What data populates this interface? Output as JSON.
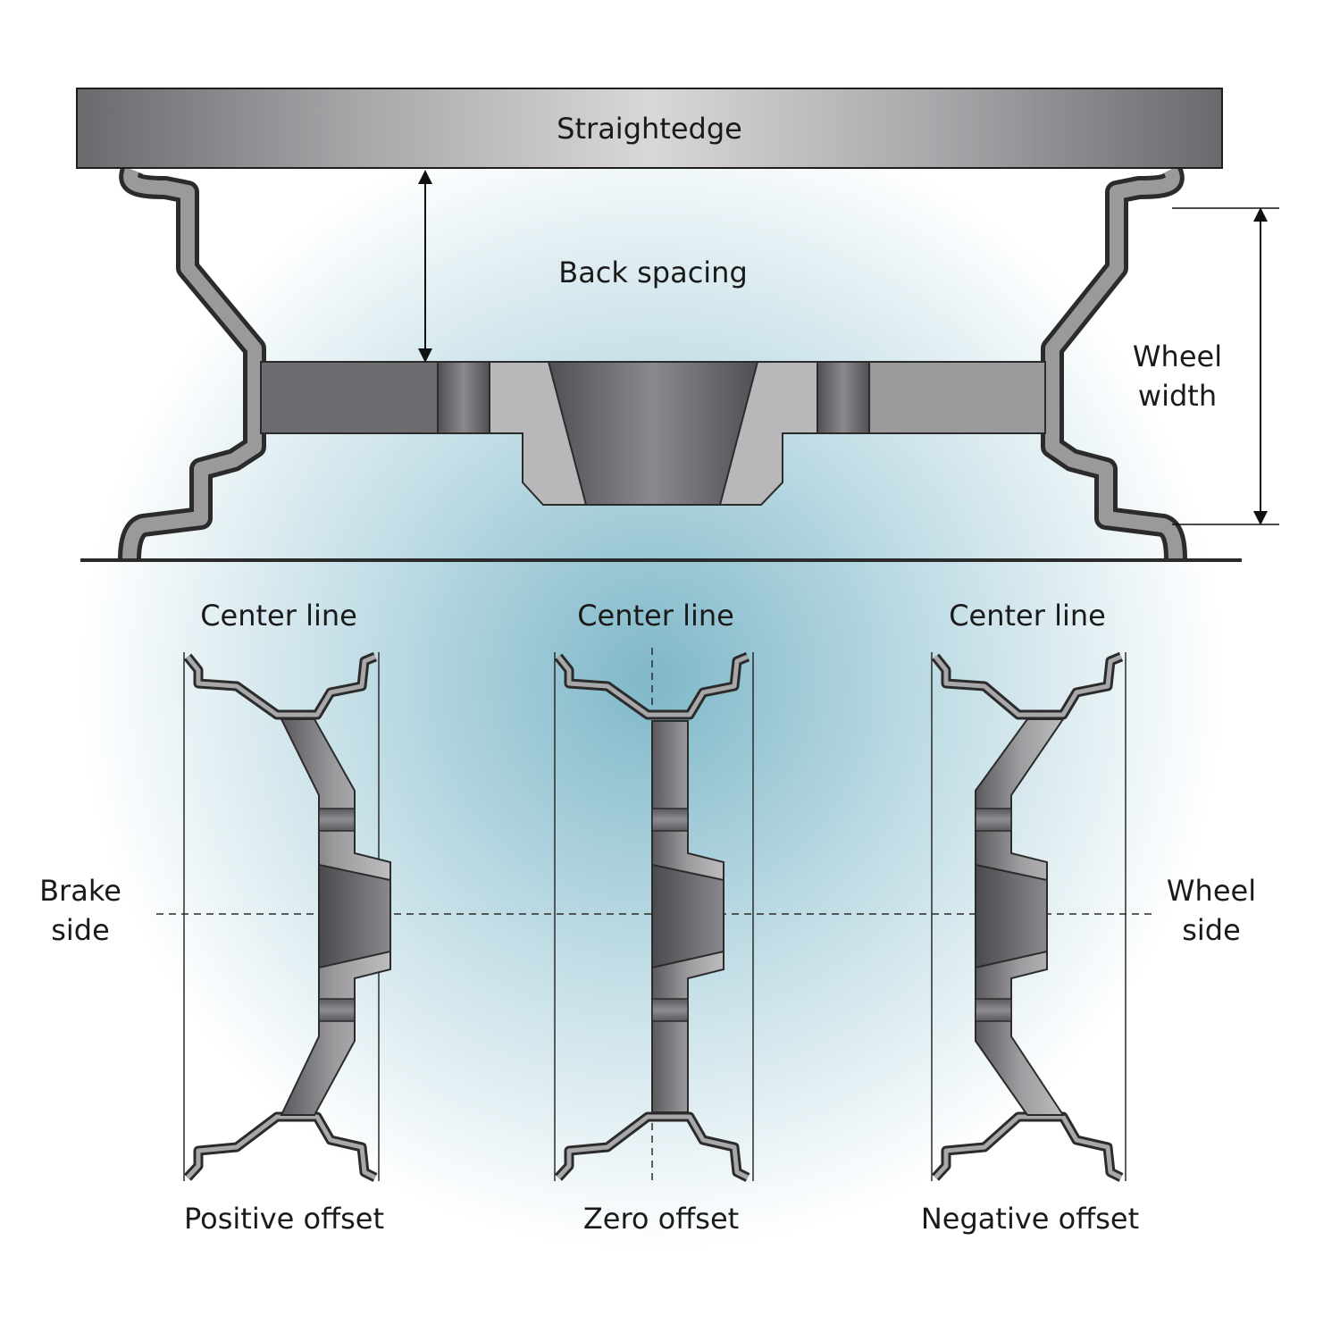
{
  "top": {
    "straightedge_label": "Straightedge",
    "back_spacing_label": "Back spacing",
    "wheel_width_line1": "Wheel",
    "wheel_width_line2": "width"
  },
  "bottom": {
    "center_line_labels": [
      "Center line",
      "Center line",
      "Center line"
    ],
    "offset_labels": [
      "Positive offset",
      "Zero offset",
      "Negative offset"
    ],
    "brake_side_line1": "Brake",
    "brake_side_line2": "side",
    "wheel_side_line1": "Wheel",
    "wheel_side_line2": "side"
  },
  "colors": {
    "metal_dark": "#5e5e62",
    "metal_light": "#c4c4c6",
    "outline": "#2b2b2b",
    "glow": "#7fb8c9"
  }
}
